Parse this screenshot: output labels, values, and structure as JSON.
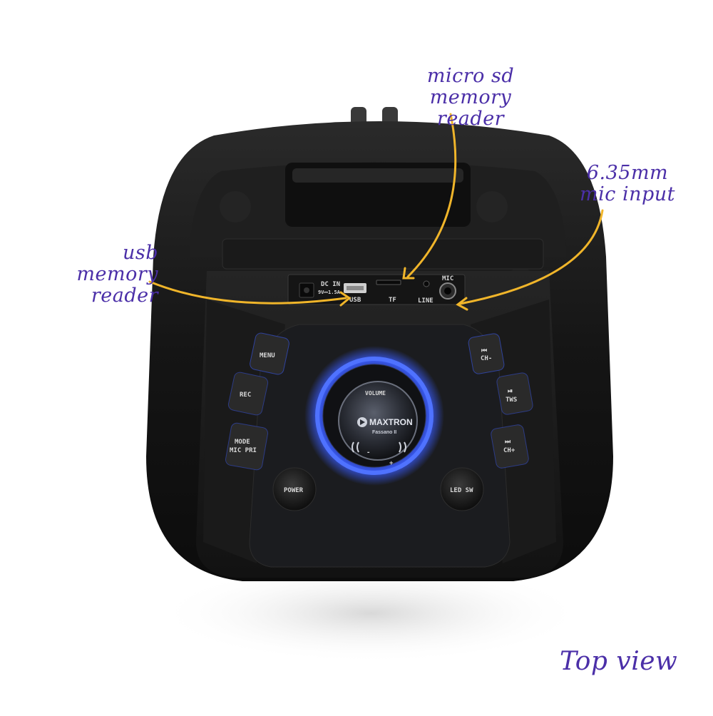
{
  "annotations": {
    "usb_reader": {
      "line1": "usb memory",
      "line2": "reader"
    },
    "sd_reader": {
      "line1": "micro sd",
      "line2": "memory reader"
    },
    "mic_input": {
      "line1": "6.35mm",
      "line2": "mic input"
    },
    "view_label": "Top view"
  },
  "panel": {
    "dc_in": "DC IN",
    "dc_rating": "9V⎓1.5A",
    "usb": "USB",
    "tf": "TF",
    "line": "LINE",
    "mic": "MIC"
  },
  "buttons": {
    "menu": "MENU",
    "rec": "REC",
    "mode_line1": "MODE",
    "mode_line2": "MIC PRI",
    "prev_line1": "⏮",
    "prev_line2": "CH-",
    "play_line1": "⏯",
    "play_line2": "TWS",
    "next_line1": "⏭",
    "next_line2": "CH+",
    "power": "POWER",
    "led": "LED SW"
  },
  "knob": {
    "label": "VOLUME",
    "brand": "MAXTRON",
    "model": "Fassano II",
    "minus": "-",
    "plus": "+"
  },
  "colors": {
    "annotation_text": "#4b2fa8",
    "arrow": "#f0b52a",
    "led_glow": "#3a5cff",
    "body": "#161616"
  }
}
